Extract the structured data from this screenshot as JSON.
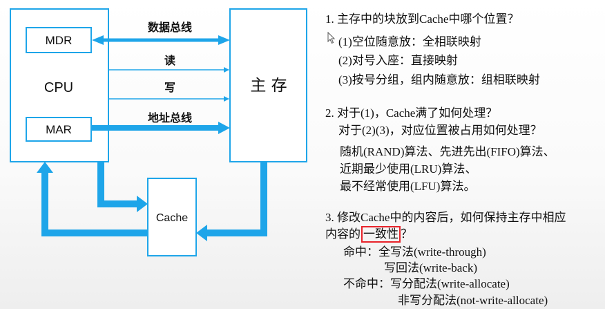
{
  "diagram": {
    "cpu_label": "CPU",
    "mdr_label": "MDR",
    "mar_label": "MAR",
    "main_memory_label": "主 存",
    "cache_label": "Cache",
    "data_bus_label": "数据总线",
    "read_label": "读",
    "write_label": "写",
    "address_bus_label": "地址总线",
    "colors": {
      "box_border": "#1ea5e9",
      "arrow": "#1ea5e9",
      "highlight": "#e8232a"
    }
  },
  "questions": {
    "q1": {
      "title": "1. 主存中的块放到Cache中哪个位置？",
      "options": [
        "(1)空位随意放：全相联映射",
        "(2)对号入座：直接映射",
        "(3)按号分组，组内随意放：组相联映射"
      ]
    },
    "q2": {
      "line1": "2. 对于(1)，Cache满了如何处理？",
      "line2": "对于(2)(3)，对应位置被占用如何处理？",
      "answers": [
        "随机(RAND)算法、先进先出(FIFO)算法、",
        "近期最少使用(LRU)算法、",
        "最不经常使用(LFU)算法。"
      ]
    },
    "q3": {
      "line1": "3. 修改Cache中的内容后，如何保持主存中相应",
      "line2_prefix": "内容的",
      "line2_highlight": "一致性",
      "line2_suffix": "？",
      "hit_label": "命中：",
      "hit_policy_1": "全写法(write-through)",
      "hit_policy_2": "写回法(write-back)",
      "miss_label": "不命中：",
      "miss_policy_1": "写分配法(write-allocate)",
      "miss_policy_2": "非写分配法(not-write-allocate)"
    }
  }
}
